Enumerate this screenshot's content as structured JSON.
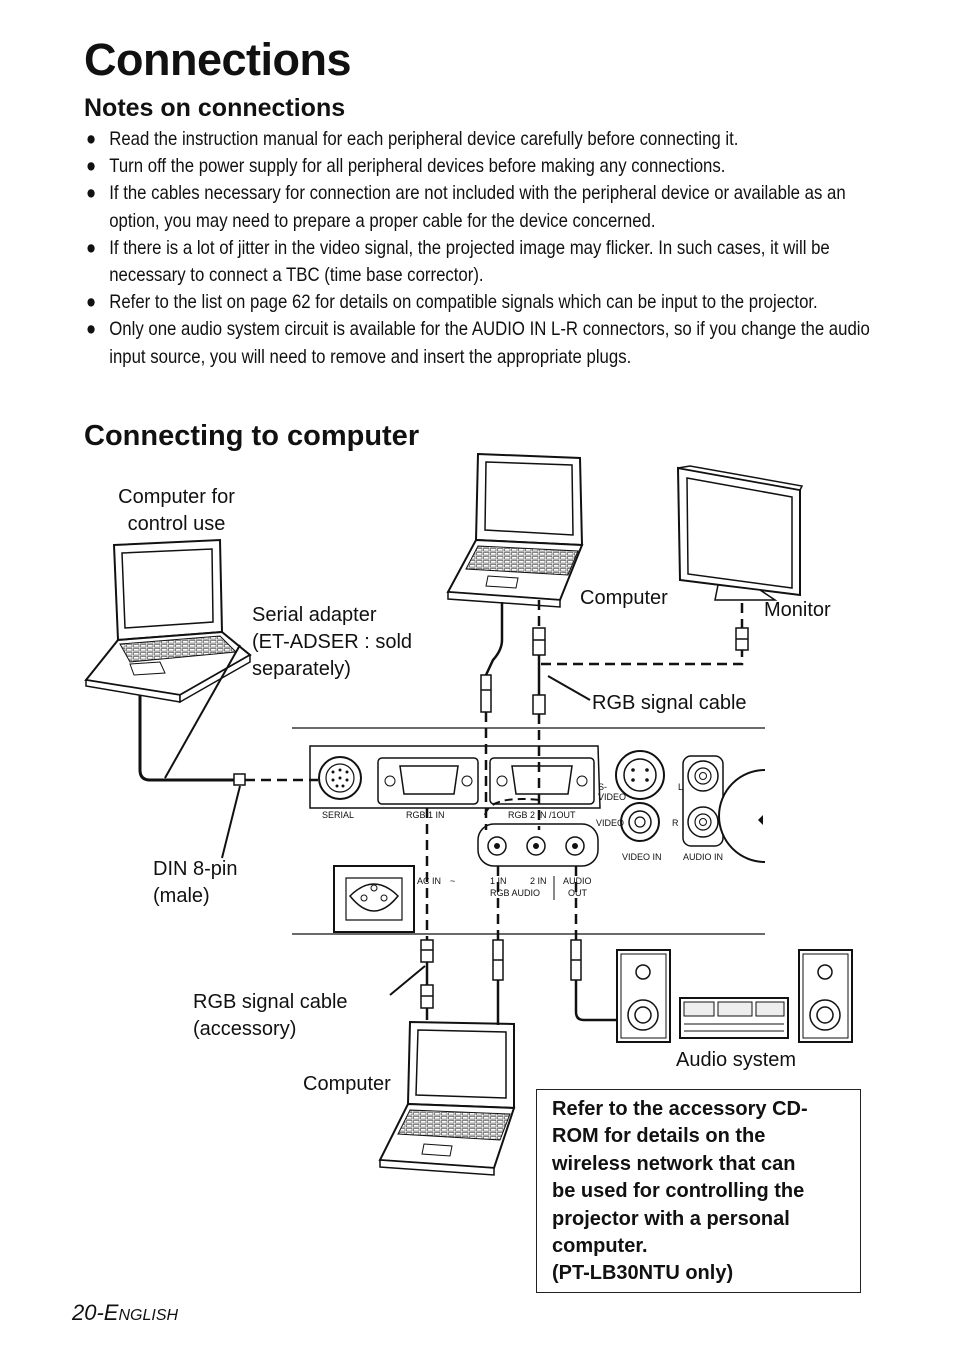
{
  "page": {
    "title": "Connections",
    "notes_heading": "Notes on connections",
    "bullet": "●",
    "notes": [
      "Read the instruction manual for each peripheral device carefully before connecting it.",
      "Turn off the power supply for all peripheral devices before making any connections.",
      "If the cables necessary for connection are not included with the peripheral device or available as an option, you may need to prepare a proper cable for the device concerned.",
      "If there is a lot of jitter in the video signal, the projected image may flicker. In such cases, it will be necessary to connect a TBC (time base corrector).",
      "Refer to the list on page 62 for details on compatible signals which can be input to the projector.",
      "Only one audio system circuit is available for the AUDIO IN L-R connectors, so if you change the audio input source, you will need to remove and insert the appropriate plugs."
    ],
    "section2_heading": "Connecting to computer"
  },
  "diagram": {
    "labels": {
      "control_computer": "Computer for\ncontrol use",
      "serial_adapter": "Serial adapter\n(ET-ADSER : sold\nseparately)",
      "computer_top": "Computer",
      "monitor": "Monitor",
      "rgb_cable_top": "RGB signal cable",
      "din": "DIN 8-pin\n(male)",
      "rgb_cable_accessory": "RGB signal cable\n(accessory)",
      "computer_bottom": "Computer",
      "audio_system": "Audio system"
    },
    "panel": {
      "serial": "SERIAL",
      "rgb1in": "RGB 1 IN",
      "rgb2in": "RGB 2 IN /1OUT",
      "s_video": "S-\nVIDEO",
      "video": "VIDEO",
      "video_in": "VIDEO IN",
      "audio_in": "AUDIO IN",
      "l": "L",
      "r": "R",
      "ac_in": "AC IN",
      "ac_symbol": "~",
      "in1": "1 IN",
      "in2": "2 IN",
      "rgb_audio": "RGB AUDIO",
      "audio": "AUDIO",
      "out": "OUT"
    }
  },
  "note_box": {
    "text": "Refer to the accessory CD-\nROM for details on the\nwireless network that can\nbe used for controlling the\nprojector with a personal\ncomputer.\n(PT-LB30NTU only)"
  },
  "footer": {
    "page_number": "20-",
    "lang_initial": "E",
    "lang_rest": "NGLISH"
  }
}
